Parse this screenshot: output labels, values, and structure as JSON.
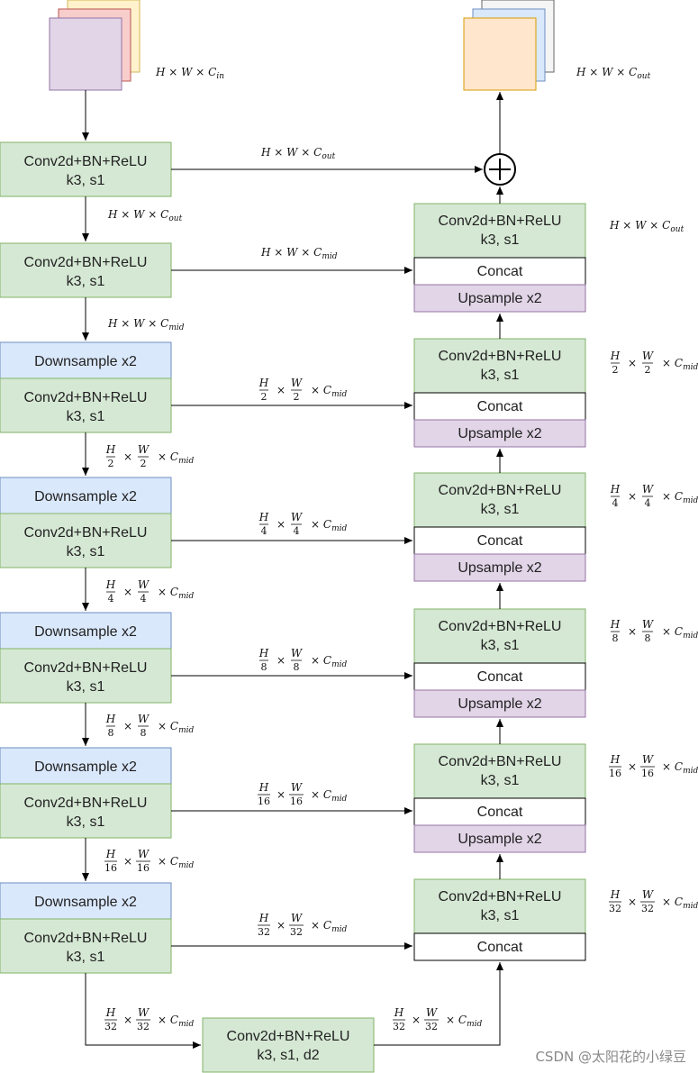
{
  "blocks": {
    "conv": "Conv2d+BN+ReLU",
    "k3s1": "k3, s1",
    "k3s1d2": "k3, s1, d2",
    "down": "Downsample x2",
    "up": "Upsample x2",
    "concat": "Concat"
  },
  "dims": {
    "in": "H × W × C_in",
    "out": "H × W × C_out",
    "mid": "H × W × C_mid",
    "scaled": "H/n × W/n × C_mid",
    "scales": [
      "2",
      "4",
      "8",
      "16",
      "32"
    ]
  },
  "watermark": "CSDN @太阳花的小绿豆"
}
